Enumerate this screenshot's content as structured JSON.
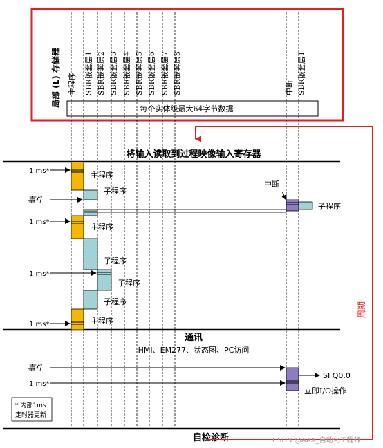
{
  "memory_box": {
    "axis_title": "局部 (L) 存储器",
    "columns": [
      "主程序",
      "SBR嵌套层1",
      "SBR嵌套层2",
      "SBR嵌套层3",
      "SBR嵌套层4",
      "SBR嵌套层5",
      "SBR嵌套层6",
      "SBR嵌套层7",
      "SBR嵌套层8"
    ],
    "int_columns": [
      "中断",
      "SBR嵌套层1"
    ],
    "capacity_label": "每个实体级最大64字节数据"
  },
  "sections": {
    "input_read": "将输入读取到过程映像输入寄存器",
    "comm_title": "通讯",
    "comm_detail": "HMI、EM277、状态图、PC访问",
    "self_check": "自检诊断"
  },
  "timeline": {
    "ms_label": "1 ms*",
    "event_label": "事件",
    "main_label": "主程序",
    "sub_label": "子程序",
    "interrupt_label": "中断",
    "output_label": "SI Q0.0",
    "io_label": "立即I/O操作"
  },
  "footnote": {
    "line1": "* 内部1ms",
    "line2": "定时器更新"
  },
  "cycle_label": "周期",
  "watermark": "CSDN @AAA_自动化工程师",
  "colors": {
    "highlight": "#e31e24",
    "main": "#f5b800",
    "sub": "#9fd3d8",
    "interrupt": "#8e7cc3"
  }
}
